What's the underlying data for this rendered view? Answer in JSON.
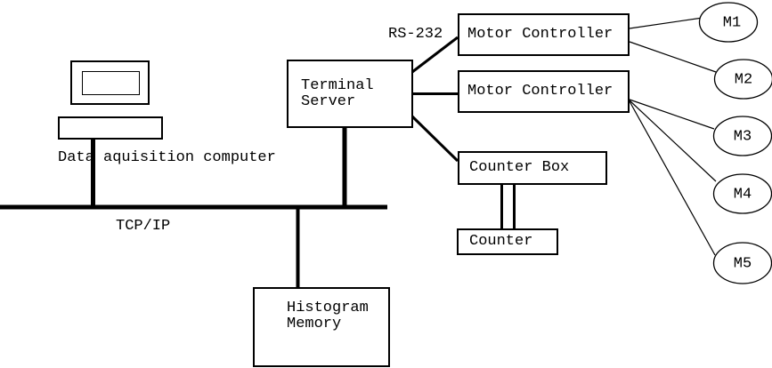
{
  "diagram": {
    "nodes": {
      "data_acquisition_computer": {
        "label": "Data aquisition computer"
      },
      "terminal_server": {
        "label": "Terminal\nServer"
      },
      "motor_controller_1": {
        "label": "Motor Controller"
      },
      "motor_controller_2": {
        "label": "Motor Controller"
      },
      "counter_box": {
        "label": "Counter Box"
      },
      "counter": {
        "label": "Counter"
      },
      "histogram_memory": {
        "label": "Histogram\nMemory"
      },
      "motors": [
        {
          "label": "M1"
        },
        {
          "label": "M2"
        },
        {
          "label": "M3"
        },
        {
          "label": "M4"
        },
        {
          "label": "M5"
        }
      ]
    },
    "links": {
      "rs232": {
        "label": "RS-232"
      },
      "tcp_ip": {
        "label": "TCP/IP"
      }
    },
    "colors": {
      "stroke": "#000000",
      "background": "#ffffff"
    }
  }
}
